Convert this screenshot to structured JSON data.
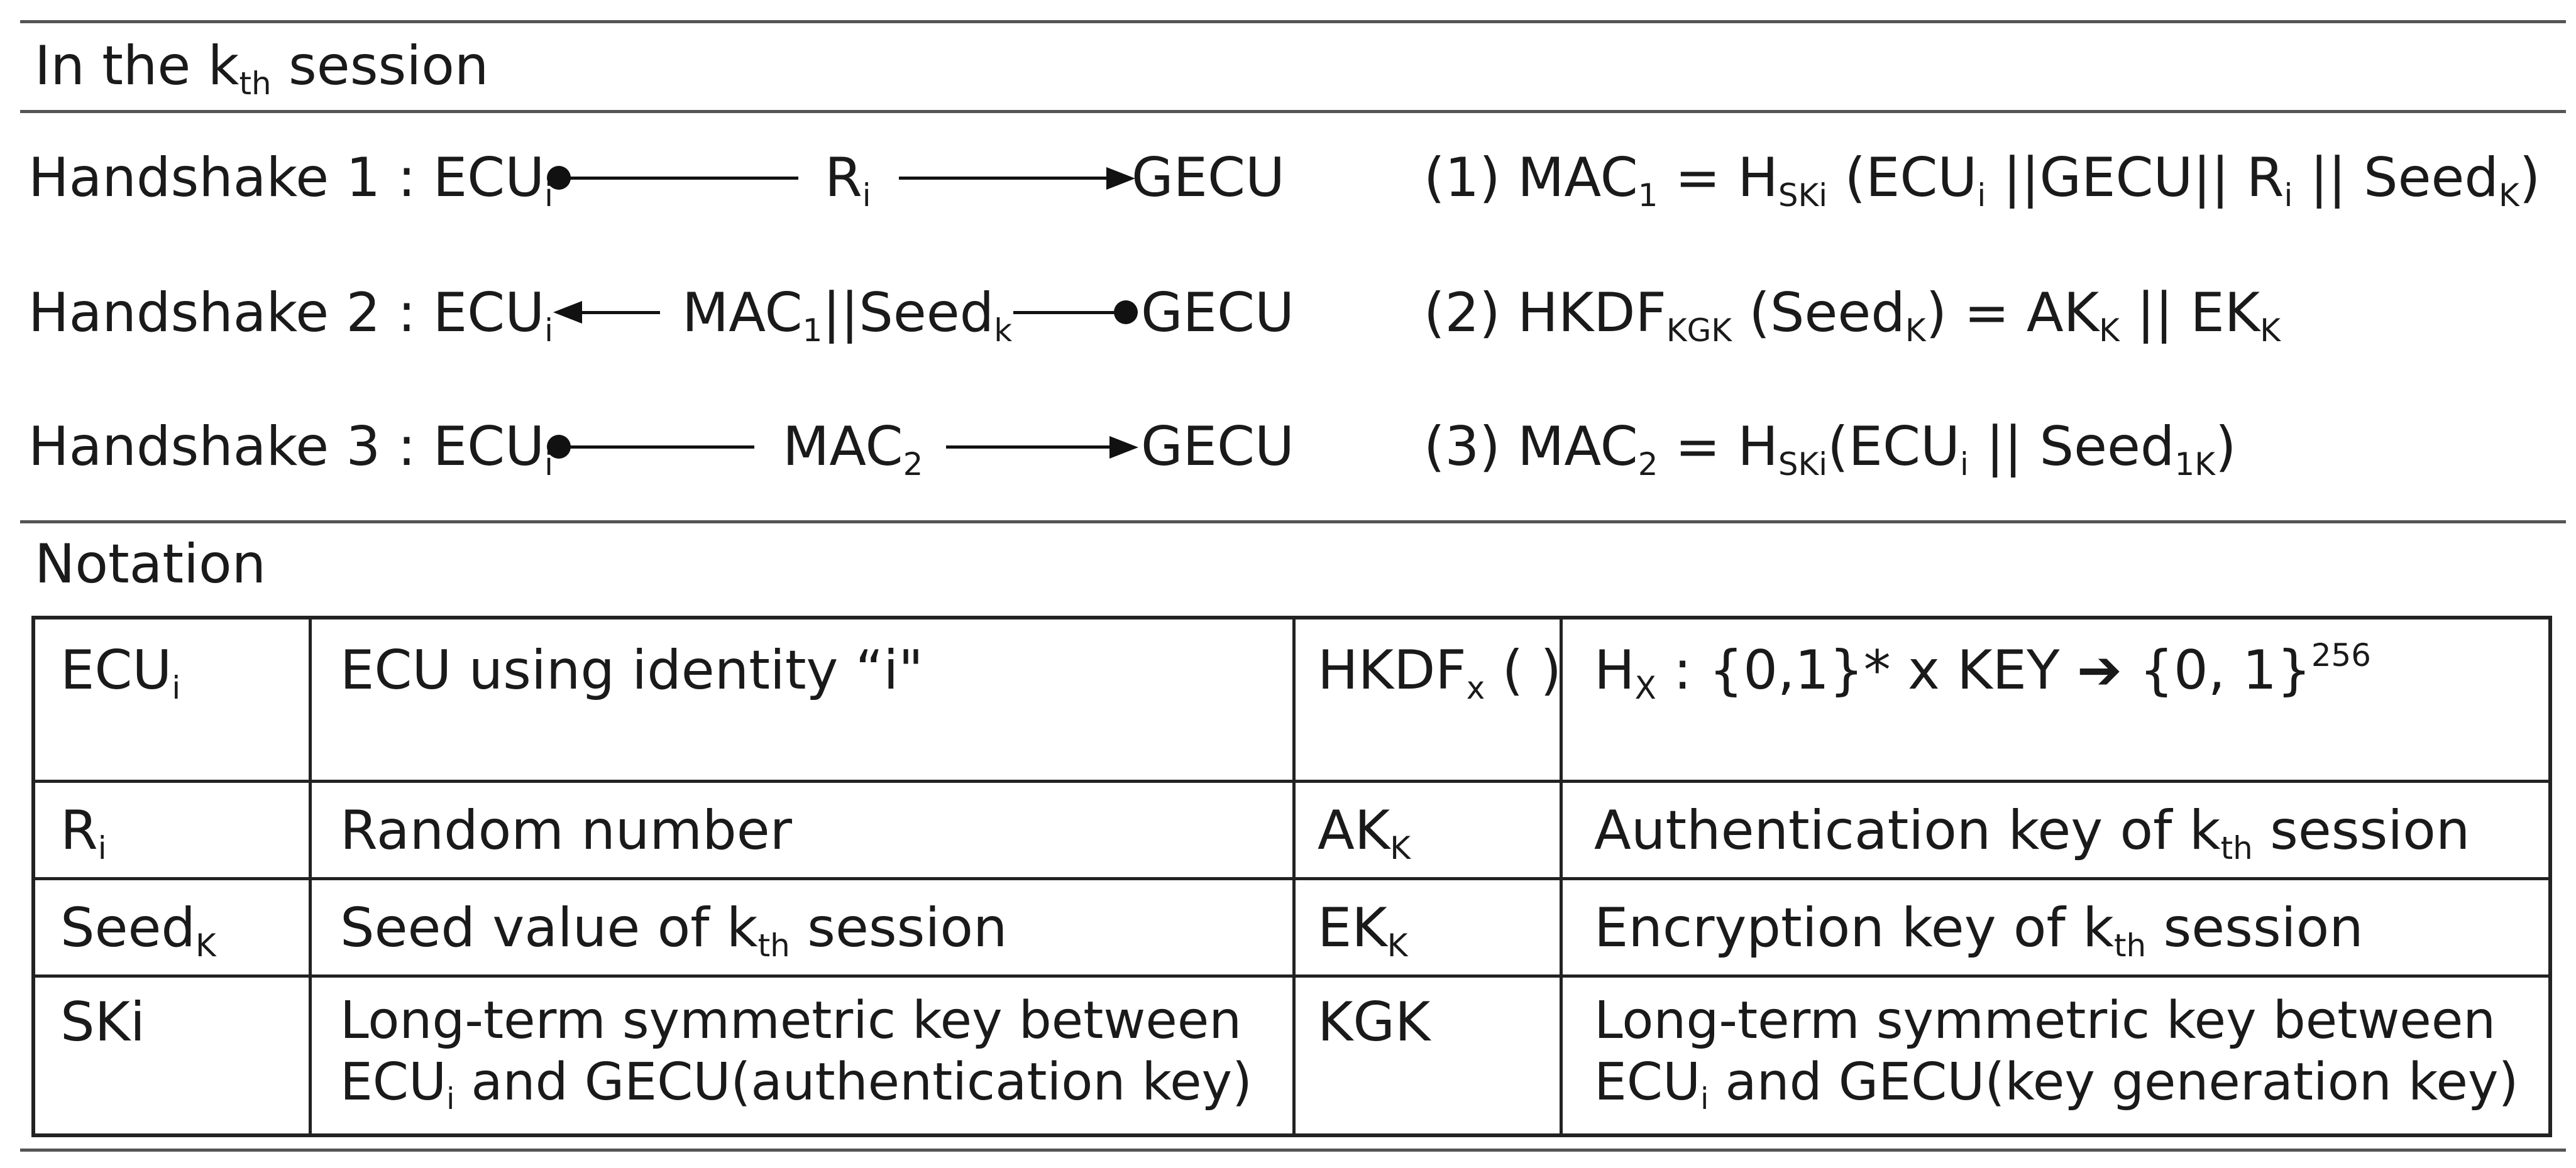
{
  "session_header": {
    "prefix": "In the k",
    "sub": "th",
    "suffix": " session"
  },
  "handshakes": [
    {
      "label": "Handshake 1 : ECU",
      "label_sub": "i",
      "message": "R",
      "message_sub": "i",
      "target": "GECU"
    },
    {
      "label": "Handshake 2 : ECU",
      "label_sub": "i",
      "message_a": "MAC",
      "message_a_sub": "1",
      "message_b": "||Seed",
      "message_b_sub": "k",
      "target": "GECU"
    },
    {
      "label": "Handshake 3 : ECU",
      "label_sub": "i",
      "message": "MAC",
      "message_sub": "2",
      "target": "GECU"
    }
  ],
  "equations": [
    {
      "num": "(1)",
      "p1": " MAC",
      "s1": "1",
      "p2": "  =  H",
      "s2": "SKi",
      "p3": " (ECU",
      "s3": "i",
      "p4": "  ||GECU||  R",
      "s4": "i",
      "p5": " ||  Seed",
      "s5": "K",
      "p6": ")"
    },
    {
      "num": "(2)",
      "p1": " HKDF",
      "s1": "KGK",
      "p2": " (Seed",
      "s2": "K",
      "p3": ")  =  AK",
      "s3": "K",
      "p4": "  ||  EK",
      "s4": "K"
    },
    {
      "num": "(3)",
      "p1": " MAC",
      "s1": "2",
      "p2": "  =  H",
      "s2": "SKi",
      "p3": "(ECU",
      "s3": "i",
      "p4": "  ||  Seed",
      "s4": "1K",
      "p5": ")"
    }
  ],
  "notation_header": "Notation",
  "table": {
    "r1": {
      "sym": "ECU",
      "sym_sub": "i",
      "desc": "ECU using identity “i\"",
      "sym2": "HKDF",
      "sym2_sub": "x",
      "sym2_tail": " ( )",
      "desc2_a": "H",
      "desc2_sub": "X",
      "desc2_b": " : {0,1}* x KEY ",
      "desc2_arrow": "➔",
      "desc2_c": " {0, 1}",
      "desc2_sup": "256"
    },
    "r2": {
      "sym": "R",
      "sym_sub": "i",
      "desc": "Random number",
      "sym2": "AK",
      "sym2_sub": "K",
      "desc2_a": "Authentication key of k",
      "desc2_sub": "th",
      "desc2_b": " session"
    },
    "r3": {
      "sym": "Seed",
      "sym_sub": "K",
      "desc_a": "Seed value of k",
      "desc_sub": "th",
      "desc_b": " session",
      "sym2": "EK",
      "sym2_sub": "K",
      "desc2_a": "Encryption key of k",
      "desc2_sub": "th",
      "desc2_b": " session"
    },
    "r4": {
      "sym": "SKi",
      "desc_l1": "Long-term symmetric key between",
      "desc_l2a": "ECU",
      "desc_l2_sub": "i",
      "desc_l2b": " and GECU(authentication key)",
      "sym2": "KGK",
      "desc2_l1": "Long-term symmetric key between",
      "desc2_l2a": "ECU",
      "desc2_l2_sub": "i",
      "desc2_l2b": " and GECU(key generation key)"
    }
  }
}
